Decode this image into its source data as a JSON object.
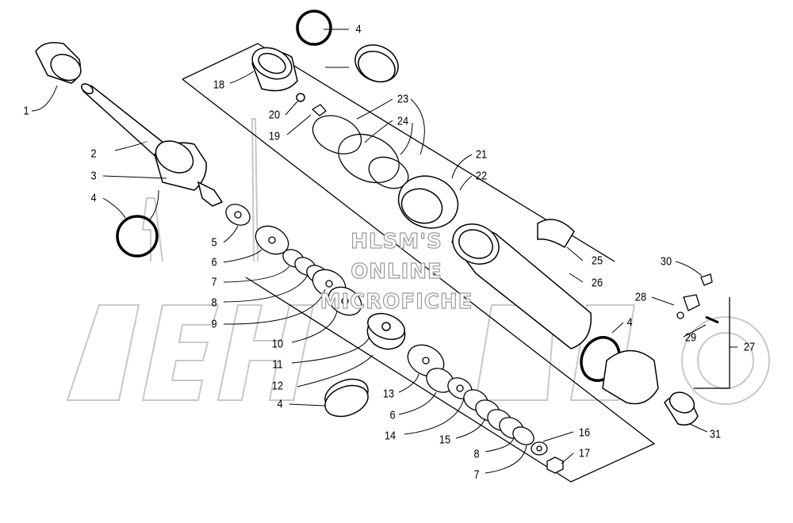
{
  "watermark": {
    "line1": "HLSM'S",
    "line2": "ONLINE",
    "line3": "MICROFICHE"
  },
  "callouts": [
    {
      "id": "c1",
      "text": "1"
    },
    {
      "id": "c2",
      "text": "2"
    },
    {
      "id": "c3",
      "text": "3"
    },
    {
      "id": "c4a",
      "text": "4"
    },
    {
      "id": "c5",
      "text": "5"
    },
    {
      "id": "c6a",
      "text": "6"
    },
    {
      "id": "c7a",
      "text": "7"
    },
    {
      "id": "c8a",
      "text": "8"
    },
    {
      "id": "c9",
      "text": "9"
    },
    {
      "id": "c10",
      "text": "10"
    },
    {
      "id": "c11",
      "text": "11"
    },
    {
      "id": "c12",
      "text": "12"
    },
    {
      "id": "c4b",
      "text": "4"
    },
    {
      "id": "c13",
      "text": "13"
    },
    {
      "id": "c6b",
      "text": "6"
    },
    {
      "id": "c14",
      "text": "14"
    },
    {
      "id": "c15",
      "text": "15"
    },
    {
      "id": "c8b",
      "text": "8"
    },
    {
      "id": "c7b",
      "text": "7"
    },
    {
      "id": "c16",
      "text": "16"
    },
    {
      "id": "c17",
      "text": "17"
    },
    {
      "id": "c4c",
      "text": "4"
    },
    {
      "id": "c18",
      "text": "18"
    },
    {
      "id": "c20",
      "text": "20"
    },
    {
      "id": "c19",
      "text": "19"
    },
    {
      "id": "c23",
      "text": "23"
    },
    {
      "id": "c24",
      "text": "24"
    },
    {
      "id": "c21",
      "text": "21"
    },
    {
      "id": "c22",
      "text": "22"
    },
    {
      "id": "c25",
      "text": "25"
    },
    {
      "id": "c26",
      "text": "26"
    },
    {
      "id": "c4d",
      "text": "4"
    },
    {
      "id": "c30",
      "text": "30"
    },
    {
      "id": "c28",
      "text": "28"
    },
    {
      "id": "c29",
      "text": "29"
    },
    {
      "id": "c27",
      "text": "27"
    },
    {
      "id": "c31",
      "text": "31"
    }
  ],
  "colors": {
    "ink": "#000000",
    "watermark": "#c8c8c8",
    "paper": "#ffffff"
  }
}
